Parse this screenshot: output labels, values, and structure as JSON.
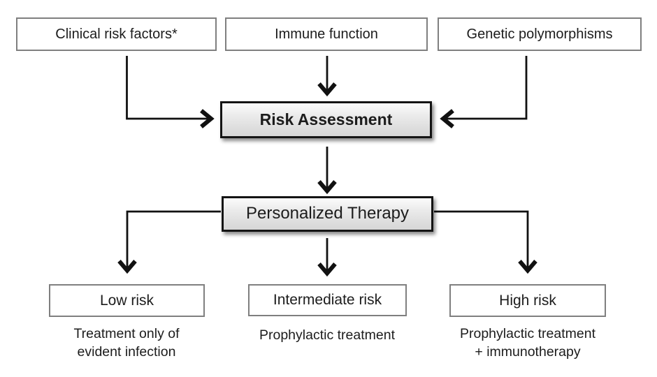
{
  "title": "Personalized therapy risk-assessment flowchart",
  "colors": {
    "background": "#ffffff",
    "plain_box_border": "#7f7f7f",
    "accent_box_border": "#141414",
    "accent_gradient_top": "#fcfcfc",
    "accent_gradient_bottom": "#d6d6d6",
    "arrow": "#111111",
    "text": "#1c1c1c"
  },
  "inputs": [
    {
      "label": "Clinical risk factors*"
    },
    {
      "label": "Immune function"
    },
    {
      "label": "Genetic polymorphisms"
    }
  ],
  "process": {
    "risk_assessment": "Risk Assessment",
    "personalized_therapy": "Personalized Therapy"
  },
  "outcomes": [
    {
      "label": "Low risk",
      "caption_line1": "Treatment only of",
      "caption_line2": "evident infection"
    },
    {
      "label": "Intermediate risk",
      "caption_line1": "Prophylactic treatment",
      "caption_line2": ""
    },
    {
      "label": "High risk",
      "caption_line1": "Prophylactic treatment",
      "caption_line2": "+ immunotherapy"
    }
  ],
  "connections": [
    {
      "from": "Clinical risk factors*",
      "to": "Risk Assessment"
    },
    {
      "from": "Immune function",
      "to": "Risk Assessment"
    },
    {
      "from": "Genetic polymorphisms",
      "to": "Risk Assessment"
    },
    {
      "from": "Risk Assessment",
      "to": "Personalized Therapy"
    },
    {
      "from": "Personalized Therapy",
      "to": "Low risk"
    },
    {
      "from": "Personalized Therapy",
      "to": "Intermediate risk"
    },
    {
      "from": "Personalized Therapy",
      "to": "High risk"
    }
  ]
}
